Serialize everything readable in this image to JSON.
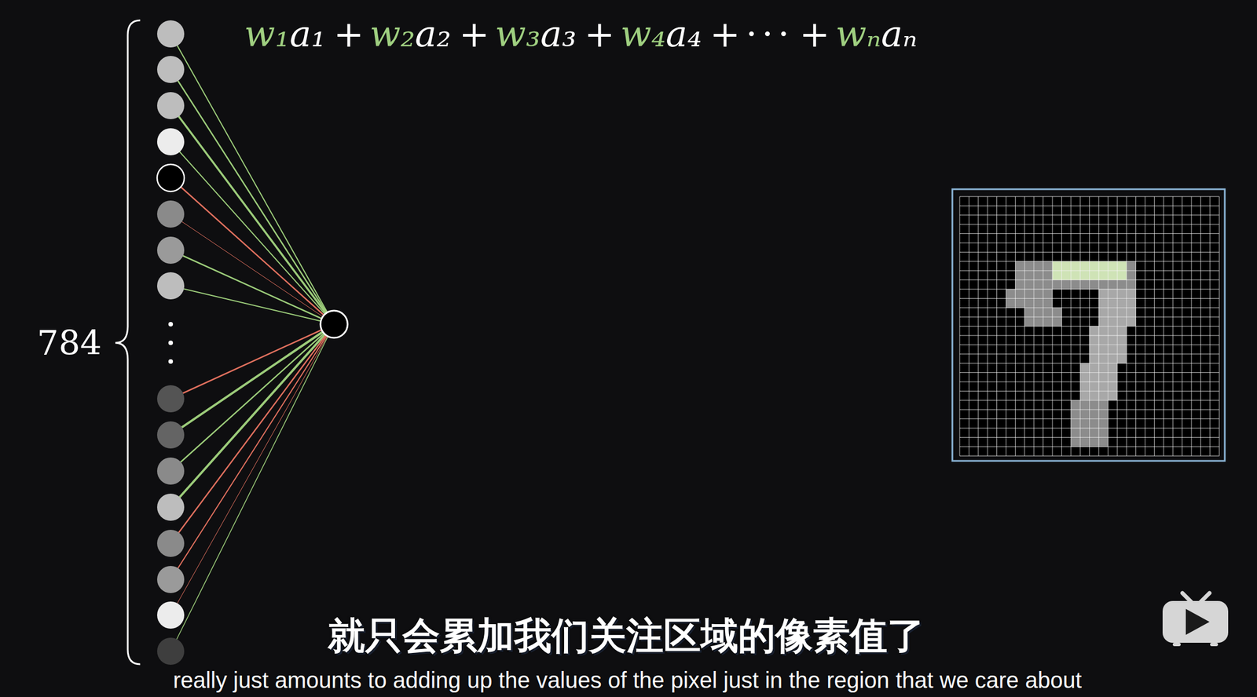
{
  "diagram": {
    "labels": [
      "w₁",
      "a₁",
      "+",
      "w₂",
      "a₂",
      "+",
      "w₃",
      "a₃",
      "+",
      "w₄",
      "a₄",
      "+",
      "···",
      "+",
      "wₙ",
      "aₙ",
      "784",
      "就只会累加我们关注区域的像素值了",
      "really just amounts to adding up the values of the pixel just in the region that we care about"
    ]
  }
}
